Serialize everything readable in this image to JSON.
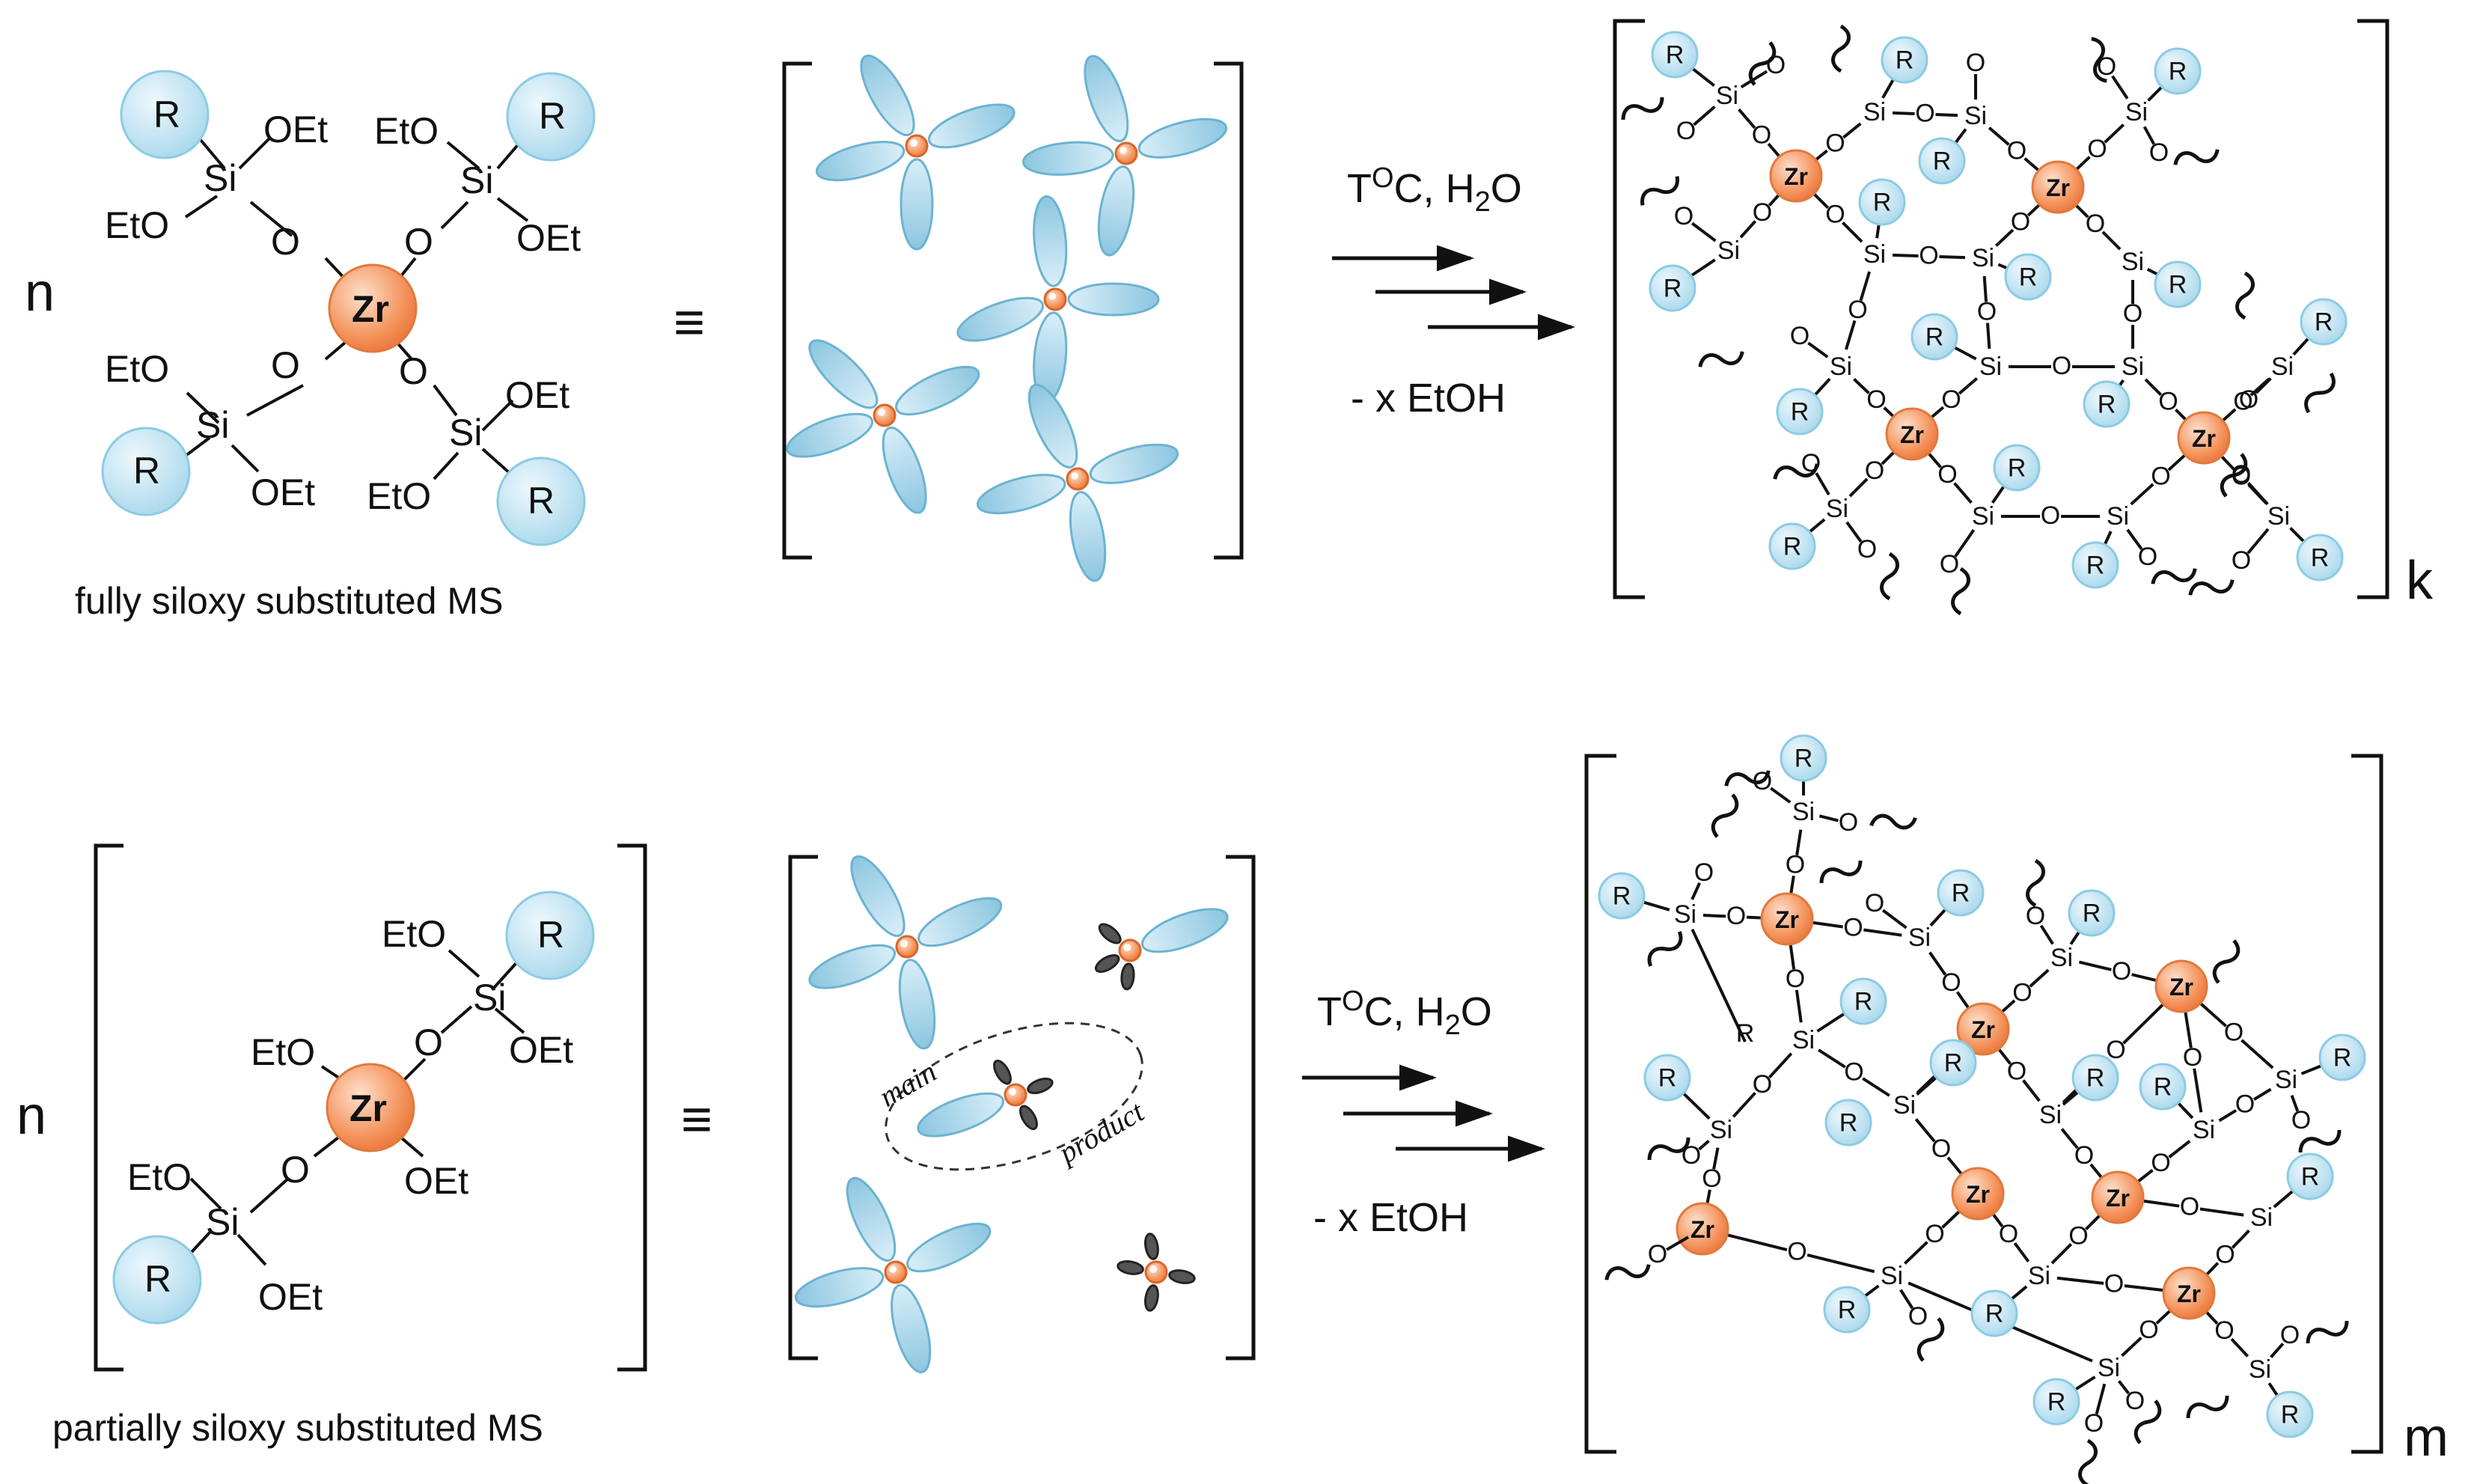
{
  "labels": {
    "R": "R",
    "Si": "Si",
    "Zr": "Zr",
    "O": "O",
    "OEt": "OEt",
    "EtO": "EtO",
    "n": "n",
    "equiv": "≡",
    "k": "k",
    "m": "m",
    "main": "main",
    "product": "product"
  },
  "top": {
    "caption": "fully siloxy substituted MS",
    "condition_above": "TOC, H2O",
    "condition_below": "- x EtOH"
  },
  "bottom": {
    "caption": "partially siloxy substituted MS",
    "condition_above": "TOC, H2O",
    "condition_below": "- x EtOH"
  },
  "colors": {
    "zr_fill": "#f39a66",
    "zr_stroke": "#e07a3e",
    "r_fill": "#bfe3f2",
    "r_stroke": "#8ccbe3",
    "petal_fill": "#a9d6ea",
    "petal_stroke": "#6cb3d1",
    "small_petal": "#555555"
  }
}
